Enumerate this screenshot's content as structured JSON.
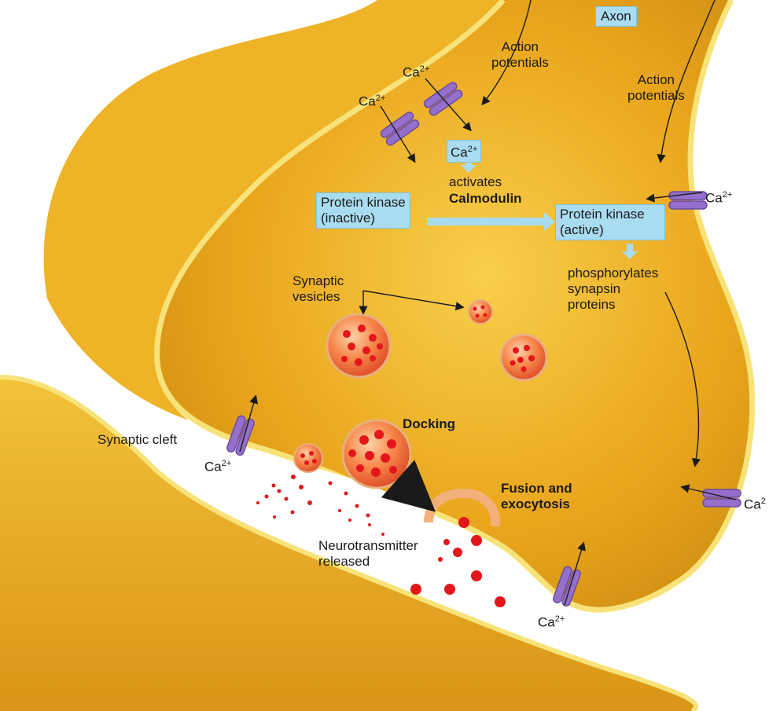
{
  "labels": {
    "axon": "Axon",
    "action_potentials_1": "Action\npotentials",
    "action_potentials_2": "Action\npotentials",
    "ca": "Ca",
    "ca_sup": "2+",
    "ca_sup_trunc": "2",
    "activates": "activates",
    "calmodulin": "Calmodulin",
    "pk_inactive": "Protein kinase\n(inactive)",
    "pk_active": "Protein kinase\n(active)",
    "phosphorylates": "phosphorylates\nsynapsin\nproteins",
    "synaptic_vesicles": "Synaptic\nvesicles",
    "docking": "Docking",
    "synaptic_cleft": "Synaptic cleft",
    "fusion": "Fusion and\nexocytosis",
    "neurotransmitter": "Neurotransmitter\nreleased"
  },
  "colors": {
    "terminal": "#e8a317",
    "terminal_light": "#f7c948",
    "membrane": "#f5e26b",
    "channel": "#9370c8",
    "vesicle": "#f2603a",
    "neurotransmitter": "#e01818",
    "box": "#a9dcf0"
  },
  "icons": {
    "channel": "calcium-channel-icon",
    "vesicle": "synaptic-vesicle-icon"
  }
}
